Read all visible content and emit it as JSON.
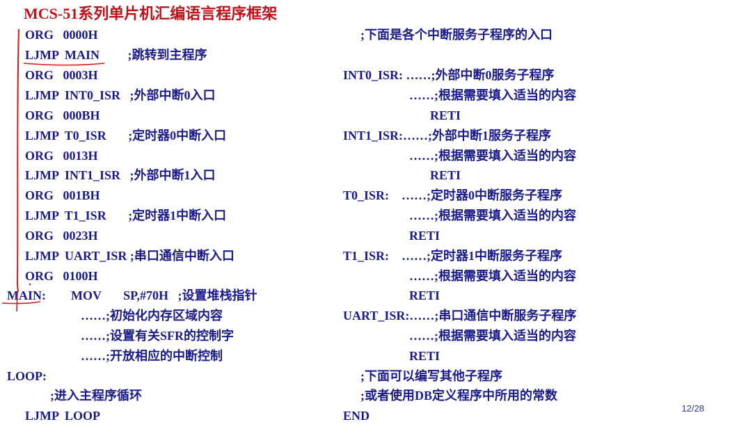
{
  "title": "MCS-51系列单片机汇编语言程序框架",
  "left": [
    "ORG   0000H",
    "LJMP  MAIN         ;跳转到主程序",
    "ORG   0003H",
    "LJMP  INT0_ISR   ;外部中断0入口",
    "ORG   000BH",
    "LJMP  T0_ISR       ;定时器0中断入口",
    "ORG   0013H",
    "LJMP  INT1_ISR   ;外部中断1入口",
    "ORG   001BH",
    "LJMP  T1_ISR       ;定时器1中断入口",
    "ORG   0023H",
    "LJMP  UART_ISR ;串口通信中断入口",
    "ORG   0100H",
    "MAIN:        MOV       SP,#70H   ;设置堆栈指针",
    "……;初始化内存区域内容",
    "……;设置有关SFR的控制字",
    "……;开放相应的中断控制",
    "LOOP:",
    ";进入主程序循环",
    "LJMP  LOOP"
  ],
  "right": [
    ";下面是各个中断服务子程序的入口",
    "INT0_ISR: ……;外部中断0服务子程序",
    "……;根据需要填入适当的内容",
    "RETI",
    "INT1_ISR:……;外部中断1服务子程序",
    "……;根据需要填入适当的内容",
    "RETI",
    "T0_ISR:    ……;定时器0中断服务子程序",
    "……;根据需要填入适当的内容",
    "RETI",
    "T1_ISR:    ……;定时器1中断服务子程序",
    "……;根据需要填入适当的内容",
    "RETI",
    "UART_ISR:……;串口通信中断服务子程序",
    "……;根据需要填入适当的内容",
    "RETI",
    ";下面可以编写其他子程序",
    ";或者使用DB定义程序中所用的常数",
    "END"
  ],
  "page_number": "12/28",
  "colors": {
    "title": "#c0101a",
    "code": "#1a1a8c",
    "annotation": "#d8141e"
  }
}
